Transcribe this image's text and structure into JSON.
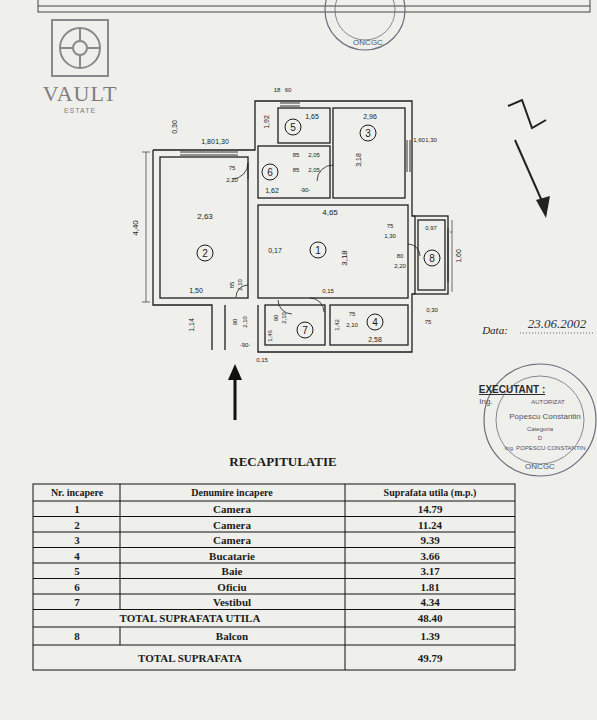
{
  "diagram": {
    "title": "RECAPITULATIE",
    "nodes": [
      {
        "text": [
          "1"
        ]
      },
      {
        "text": [
          "2"
        ]
      },
      {
        "text": [
          "3"
        ]
      },
      {
        "text": [
          "4"
        ]
      },
      {
        "text": [
          "5"
        ]
      },
      {
        "text": [
          "6"
        ]
      },
      {
        "text": [
          "7"
        ]
      },
      {
        "text": [
          "8"
        ]
      }
    ],
    "labels": [
      "VAULT",
      "ESTATE",
      "ONCGC",
      "0,30",
      "1,80",
      "1,30",
      "1,92",
      "18",
      "60",
      "1,65",
      "2,96",
      "3,18",
      "1,60",
      "1,30",
      "75",
      "2,20",
      "1,62",
      "85",
      "2,05",
      "85",
      "2,05",
      "-90-",
      "4,40",
      "2,63",
      "4,65",
      "0,17",
      "3,18",
      "75",
      "1,30",
      "0,97",
      "80",
      "2,20",
      "1,60",
      "1,50",
      "85",
      "2,10",
      "90",
      "2,10",
      "0,15",
      "75",
      "2,10",
      "1,42",
      "2,58",
      "0,30",
      "75",
      "1,14",
      "90",
      "2,10",
      "-90-",
      "1,46",
      "0,15",
      "Data:",
      "23.06.2002",
      "EXECUTANT :",
      "Ing.",
      "AUTORIZAT",
      "Popescu Constantin",
      "Categoria",
      "D",
      "Ing. POPESCU CONSTANTIN",
      "ONCGC",
      "Nr. incapere",
      "Denumire incapere",
      "Suprafata utila (m.p.)",
      "1",
      "Camera",
      "14.79",
      "2",
      "Camera",
      "11.24",
      "3",
      "Camera",
      "9.39",
      "4",
      "Bucatarie",
      "3.66",
      "5",
      "Baie",
      "3.17",
      "6",
      "Oficiu",
      "1.81",
      "7",
      "Vestibul",
      "4.34",
      "TOTAL SUPRAFATA UTILA",
      "48.40",
      "8",
      "Balcon",
      "1.39",
      "TOTAL SUPRAFATA",
      "49.79"
    ]
  }
}
